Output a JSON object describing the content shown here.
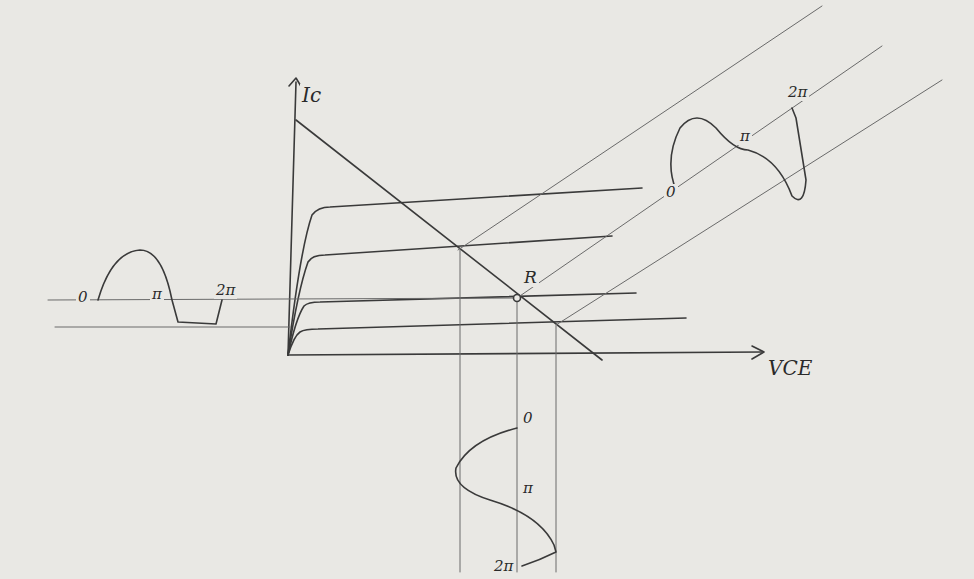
{
  "diagram": {
    "labels": [
      "Ic",
      "VCE",
      "R",
      "0",
      "π",
      "2π",
      "0",
      "π",
      "2π",
      "0",
      "π",
      "2π"
    ]
  }
}
